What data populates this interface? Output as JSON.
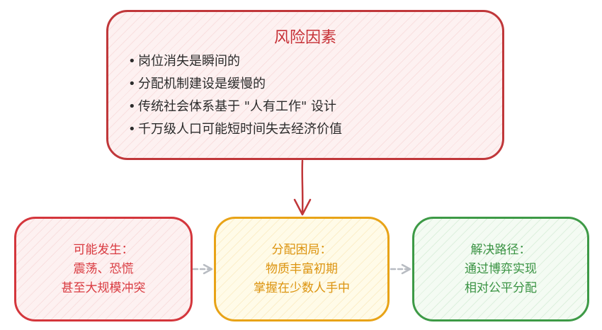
{
  "risk": {
    "title": "风险因素",
    "items": [
      "岗位消失是瞬间的",
      "分配机制建设是缓慢的",
      "传统社会体系基于 \"人有工作\" 设计",
      "千万级人口可能短时间失去经济价值"
    ]
  },
  "outcomes": [
    {
      "title": "可能发生：",
      "lines": [
        "震荡、恐慌",
        "甚至大规模冲突"
      ]
    },
    {
      "title": "分配困局：",
      "lines": [
        "物质丰富初期",
        "掌握在少数人手中"
      ]
    },
    {
      "title": "解决路径：",
      "lines": [
        "通过博弈实现",
        "相对公平分配"
      ]
    }
  ],
  "colors": {
    "risk_border": "#c0373a",
    "happen_border": "#d4363c",
    "dilemma_border": "#e8a317",
    "solution_border": "#3d9a46",
    "arrow_main": "#c0373a",
    "arrow_side": "#b8bcc2"
  }
}
